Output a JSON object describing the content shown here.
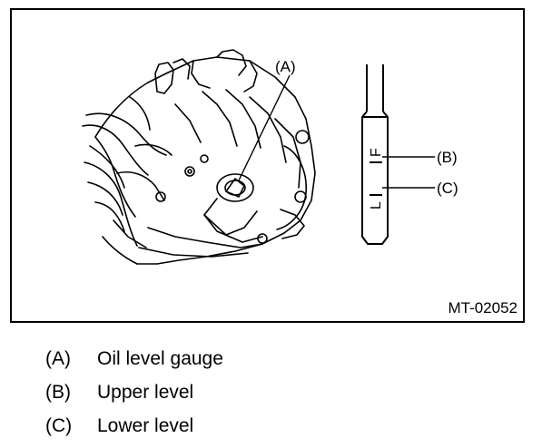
{
  "figure": {
    "id_label": "MT-02052",
    "callouts": {
      "a": "(A)",
      "b": "(B)",
      "c": "(C)"
    },
    "gauge_marks": {
      "upper": "F",
      "lower": "L"
    }
  },
  "legend": [
    {
      "key": "(A)",
      "text": "Oil level gauge"
    },
    {
      "key": "(B)",
      "text": "Upper level"
    },
    {
      "key": "(C)",
      "text": "Lower level"
    }
  ]
}
